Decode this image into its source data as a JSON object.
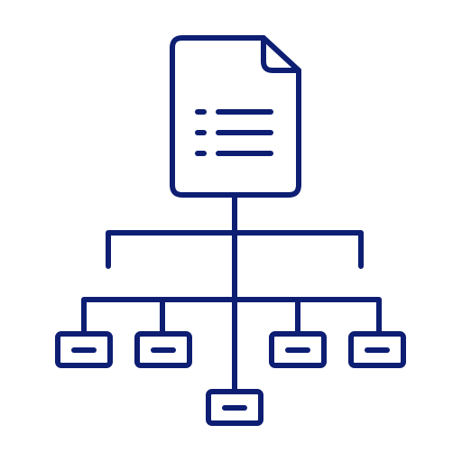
{
  "icon": {
    "name": "document-hierarchy-sitemap-icon",
    "stroke_color": "#0d1e73",
    "background_color": "#ffffff",
    "document": {
      "list_lines": 3,
      "has_folded_corner": true
    },
    "tree": {
      "top_branch_count": 2,
      "leaf_node_count": 5
    }
  }
}
